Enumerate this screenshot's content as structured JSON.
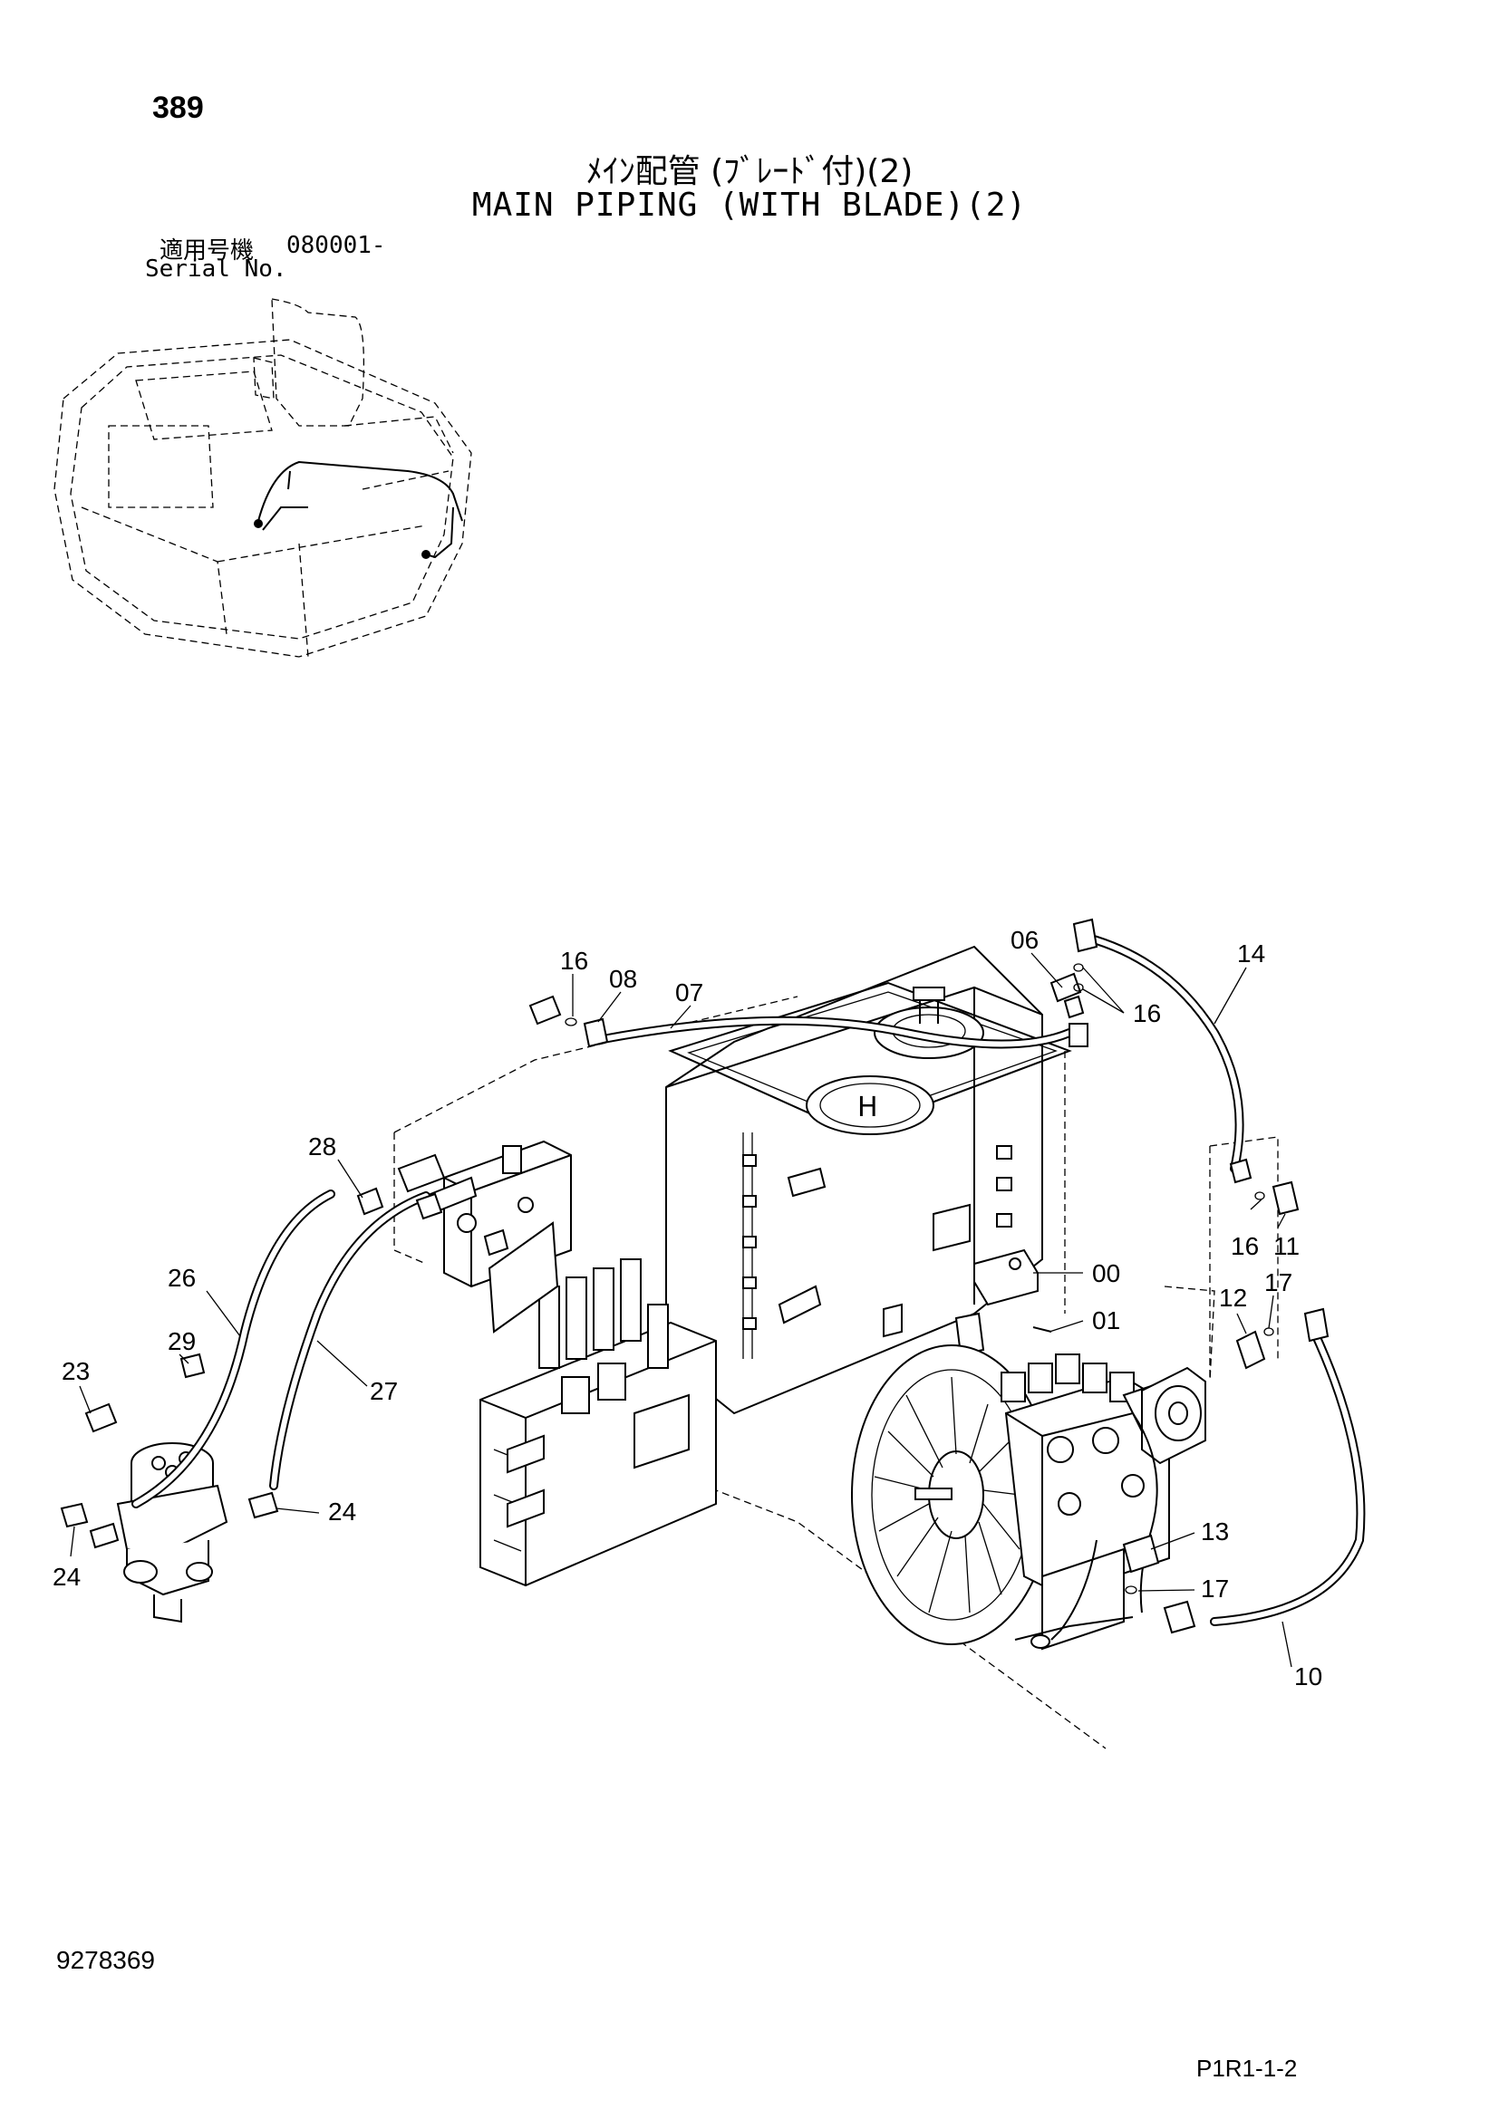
{
  "header": {
    "page_number": "389",
    "title_jp": "ﾒｲﾝ配管 (ﾌﾞﾚｰﾄﾞ付)(2)",
    "title_en": "MAIN PIPING (WITH BLADE)(2)"
  },
  "serial": {
    "label_jp": "適用号機",
    "value": "080001-",
    "label_en": "Serial No."
  },
  "callouts": [
    "16",
    "08",
    "07",
    "06",
    "14",
    "16",
    "28",
    "26",
    "29",
    "23",
    "27",
    "24",
    "24",
    "00",
    "01",
    "16",
    "11",
    "12",
    "17",
    "13",
    "17",
    "10"
  ],
  "footer": {
    "doc_number": "9278369",
    "page_code": "P1R1-1-2"
  }
}
